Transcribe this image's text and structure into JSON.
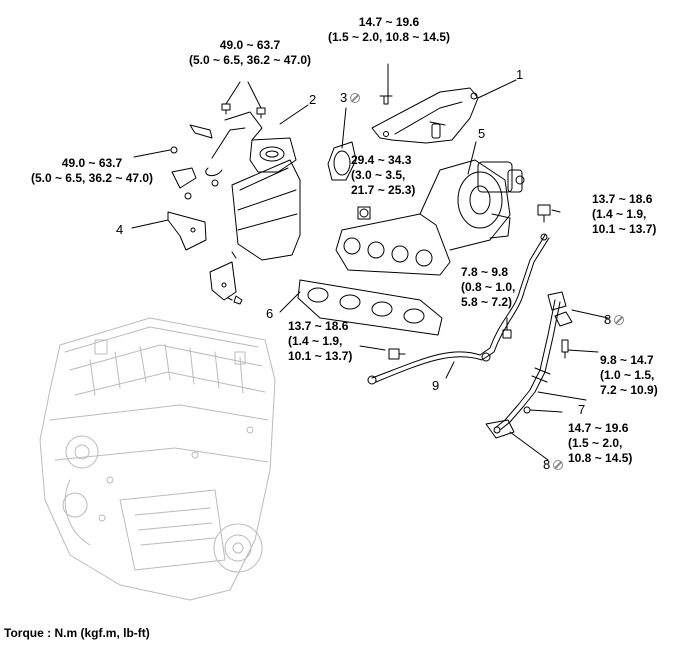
{
  "torque_specs": {
    "t_heat_shield": [
      "14.7 ~ 19.6",
      "(1.5 ~ 2.0, 10.8 ~ 14.5)"
    ],
    "t_cat_top": [
      "49.0 ~ 63.7",
      "(5.0 ~ 6.5, 36.2 ~ 47.0)"
    ],
    "t_cat_left": [
      "49.0 ~ 63.7",
      "(5.0 ~ 6.5, 36.2 ~ 47.0)"
    ],
    "t_manifold": [
      "29.4 ~ 34.3",
      "(3.0 ~ 3.5,",
      "21.7 ~ 25.3)"
    ],
    "t_oil_feed_top": [
      "13.7 ~ 18.6",
      "(1.4 ~ 1.9,",
      "10.1 ~ 13.7)"
    ],
    "t_oil_feed_mid": [
      "7.8 ~ 9.8",
      "(0.8 ~ 1.0,",
      "5.8 ~ 7.2)"
    ],
    "t_oil_feed_low": [
      "13.7 ~ 18.6",
      "(1.4 ~ 1.9,",
      "10.1 ~ 13.7)"
    ],
    "t_oil_return": [
      "9.8 ~ 14.7",
      "(1.0 ~ 1.5,",
      "7.2 ~ 10.9)"
    ],
    "t_oil_return_low": [
      "14.7 ~ 19.6",
      "(1.5 ~ 2.0,",
      "10.8 ~ 14.5)"
    ]
  },
  "part_numbers": {
    "p1": "1",
    "p2": "2",
    "p3": "3",
    "p4": "4",
    "p5": "5",
    "p6": "6",
    "p7": "7",
    "p8a": "8",
    "p8b": "8",
    "p9": "9"
  },
  "footer": "Torque : N.m (kgf.m, lb-ft)",
  "colors": {
    "line": "#000000",
    "ghost": "#bbbbbb",
    "no_reuse": "#888888"
  }
}
